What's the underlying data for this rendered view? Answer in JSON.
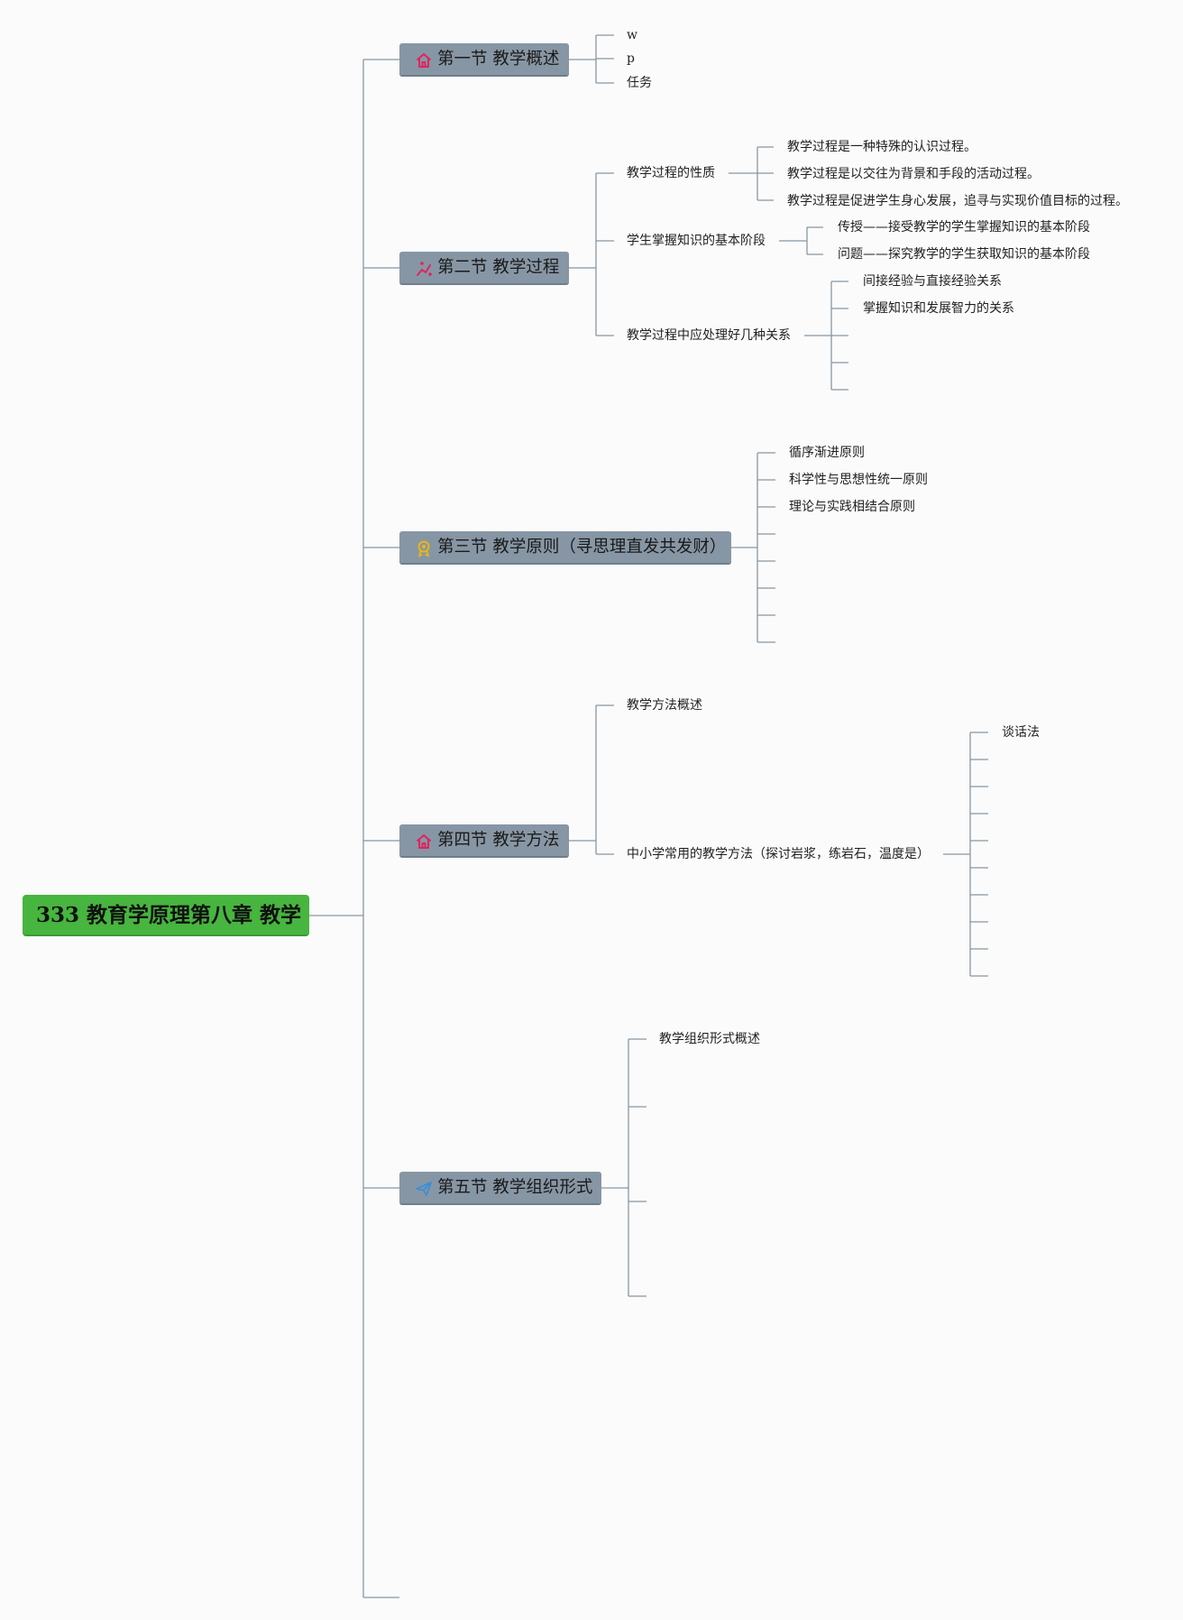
{
  "root": {
    "title": "333 教育学原理第八章 教学"
  },
  "sections": [
    {
      "icon": "home-icon",
      "title": "第一节 教学概述",
      "children": [
        "w",
        "p",
        "任务"
      ]
    },
    {
      "icon": "chart-icon",
      "title": "第二节 教学过程",
      "children": [
        {
          "title": "教学过程的性质",
          "children": [
            "教学过程是一种特殊的认识过程。",
            "教学过程是以交往为背景和手段的活动过程。",
            "教学过程是促进学生身心发展，追寻与实现价值目标的过程。"
          ]
        },
        {
          "title": "学生掌握知识的基本阶段",
          "children": [
            "传授——接受教学的学生掌握知识的基本阶段",
            "问题——探究教学的学生获取知识的基本阶段"
          ]
        },
        {
          "title": "教学过程中应处理好几种关系",
          "children": [
            "间接经验与直接经验关系",
            "掌握知识和发展智力的关系",
            "",
            "",
            ""
          ]
        }
      ]
    },
    {
      "icon": "medal-icon",
      "title": "第三节 教学原则（寻思理直发共发财）",
      "children": [
        "循序渐进原则",
        "科学性与思想性统一原则",
        "理论与实践相结合原则",
        "",
        "",
        "",
        "",
        ""
      ]
    },
    {
      "icon": "home-icon",
      "title": "第四节 教学方法",
      "children": [
        {
          "title": "教学方法概述",
          "children": []
        },
        {
          "title": "中小学常用的教学方法（探讨岩浆，练岩石，温度是）",
          "children": [
            "谈话法",
            "",
            "",
            "",
            "",
            "",
            "",
            "",
            "",
            ""
          ]
        }
      ]
    },
    {
      "icon": "paper-plane-icon",
      "title": "第五节 教学组织形式",
      "children": [
        "教学组织形式概述",
        "",
        "",
        ""
      ]
    }
  ],
  "colors": {
    "root": "#47b53f",
    "section": "#8796a4",
    "line": "#8796a4",
    "home_icon": "#e0245e",
    "medal_icon": "#e6b619",
    "plane_icon": "#3b8fd6"
  }
}
